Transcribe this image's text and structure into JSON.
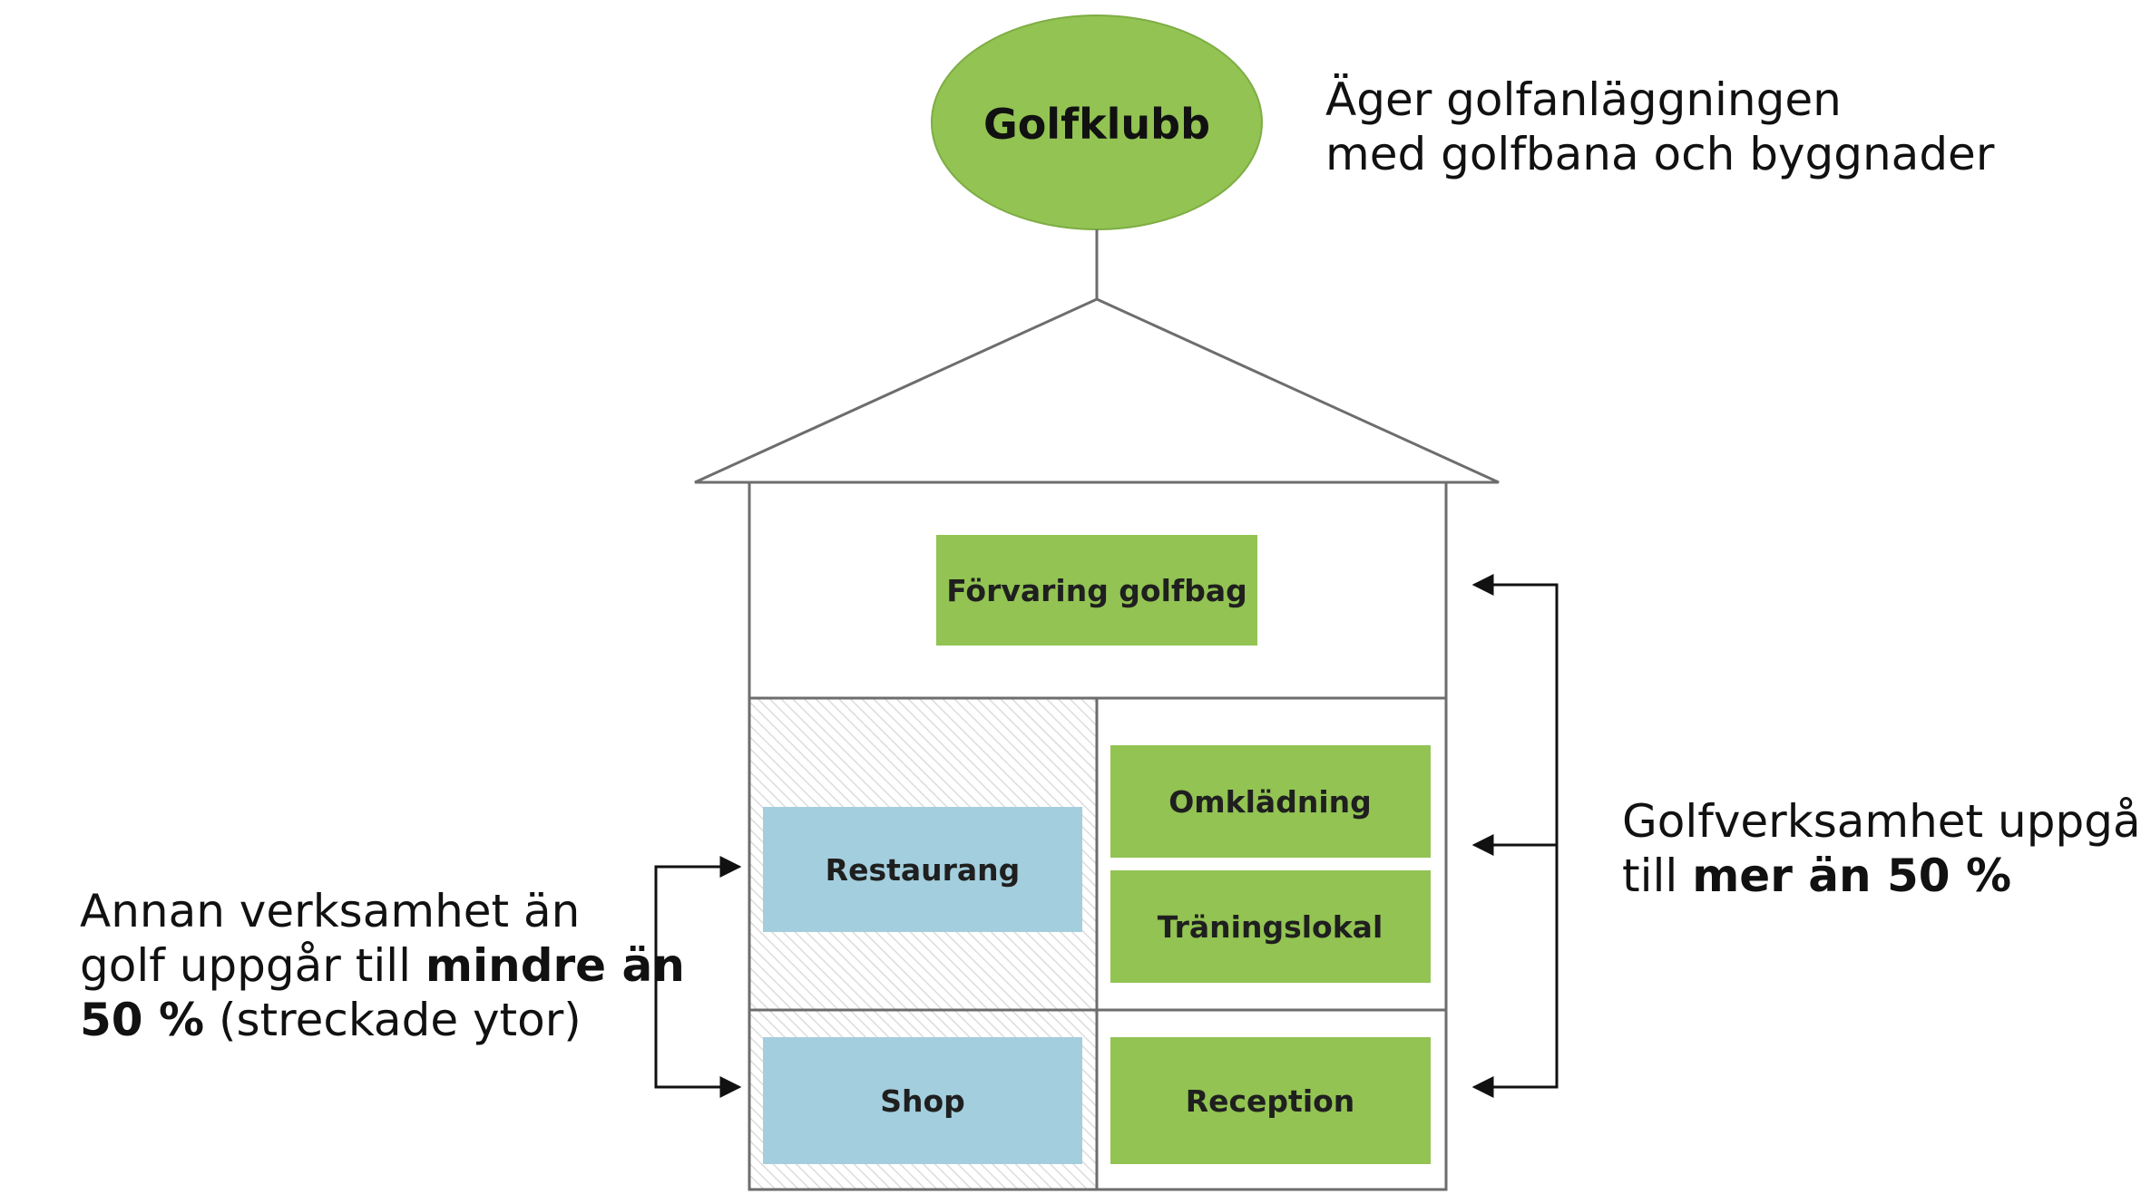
{
  "owner": {
    "label": "Golfklubb",
    "description_line1": "Äger golfanläggningen",
    "description_line2": "med golfbana och byggnader"
  },
  "rooms": {
    "storage": "Förvaring golfbag",
    "restaurant": "Restaurang",
    "changing": "Omklädning",
    "training": "Träningslokal",
    "shop": "Shop",
    "reception": "Reception"
  },
  "left_note": {
    "line1": "Annan verksamhet än",
    "line2_prefix": "golf uppgår till ",
    "line2_bold": "mindre än",
    "line3_bold": "50 %",
    "line3_suffix": " (streckade ytor)"
  },
  "right_note": {
    "line1": "Golfverksamhet uppgår",
    "line2_prefix": "till ",
    "line2_bold": "mer än 50 %"
  },
  "colors": {
    "golf_green": "#92c353",
    "other_blue": "#a3cedd",
    "outline": "#6d6d6d",
    "hatch": "#d8d8d8"
  }
}
